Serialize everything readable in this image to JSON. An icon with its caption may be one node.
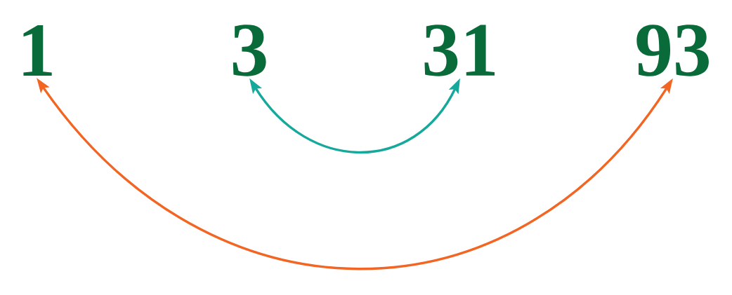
{
  "diagram": {
    "nodes": [
      {
        "text": [
          "1"
        ]
      },
      {
        "text": [
          "3"
        ]
      },
      {
        "text": [
          "31"
        ]
      },
      {
        "text": [
          "93"
        ]
      }
    ],
    "edges": [
      {
        "from": 0,
        "to": 3,
        "arrow": "both",
        "color": "#f26522"
      },
      {
        "from": 1,
        "to": 2,
        "arrow": "both",
        "color": "#16a89a"
      }
    ]
  }
}
